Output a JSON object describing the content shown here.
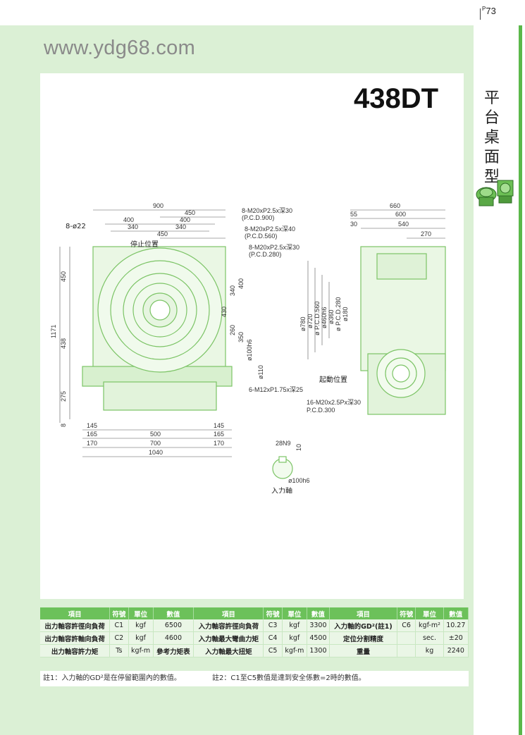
{
  "page": {
    "number": "73",
    "prefix": "P",
    "url": "www.ydg68.com",
    "model": "438DT",
    "side_title": "平台桌面型"
  },
  "drawing": {
    "top_dims": [
      "900",
      "450",
      "400",
      "400",
      "340",
      "340",
      "450"
    ],
    "callouts": [
      "8-M20xP2.5x深30",
      "(P.C.D.900)",
      "8-M20xP2.5x深40",
      "(P.C.D.560)",
      "8-M20xP2.5x深30",
      "(P.C.D.280)",
      "6-M12xP1.75x深25",
      "16-M20x2.5Px深30",
      "P.C.D.300"
    ],
    "hole_label": "8-ø22",
    "stop_label": "停止位置",
    "start_label": "起動位置",
    "input_label": "入力軸",
    "left_dims": [
      "450",
      "1171",
      "438",
      "275",
      "8"
    ],
    "inner_v_dims": [
      "340",
      "400",
      "430",
      "260",
      "350"
    ],
    "shaft_dims": [
      "ø100h6",
      "ø110"
    ],
    "bottom_dims": [
      "145",
      "145",
      "165",
      "500",
      "165",
      "170",
      "700",
      "170",
      "1040"
    ],
    "side_top_dims": [
      "660",
      "55",
      "600",
      "30",
      "540",
      "270"
    ],
    "side_dia_dims": [
      "ø780",
      "ø720",
      "ø P.C.D.560",
      "ø460h6",
      "ø360",
      "ø P.C.D.280",
      "ø180"
    ],
    "input_dims": [
      "28N9",
      "10",
      "ø100h6"
    ]
  },
  "table": {
    "headers": [
      "項目",
      "符號",
      "單位",
      "數值",
      "項目",
      "符號",
      "單位",
      "數值",
      "項目",
      "符號",
      "單位",
      "數值"
    ],
    "rows": [
      [
        "出力軸容許徑向負荷",
        "C1",
        "kgf",
        "6500",
        "入力軸容許徑向負荷",
        "C3",
        "kgf",
        "3300",
        "入力軸的GD²(註1)",
        "C6",
        "kgf-m²",
        "10.27"
      ],
      [
        "出力軸容許軸向負荷",
        "C2",
        "kgf",
        "4600",
        "入力軸最大彎曲力矩",
        "C4",
        "kgf",
        "4500",
        "定位分割精度",
        "",
        "sec.",
        "±20"
      ],
      [
        "出力軸容許力矩",
        "Ts",
        "kgf-m",
        "參考力矩表",
        "入力軸最大扭矩",
        "C5",
        "kgf-m",
        "1300",
        "重量",
        "",
        "kg",
        "2240"
      ]
    ]
  },
  "notes": {
    "note1": "註1：入力軸的GD²是在停留範圍內的數值。",
    "note2": "註2：C1至C5數值是達到安全係數=2時的數值。"
  },
  "colors": {
    "accent": "#6cc15a",
    "background": "#dbf0d5",
    "drawing_line": "#78c060"
  }
}
